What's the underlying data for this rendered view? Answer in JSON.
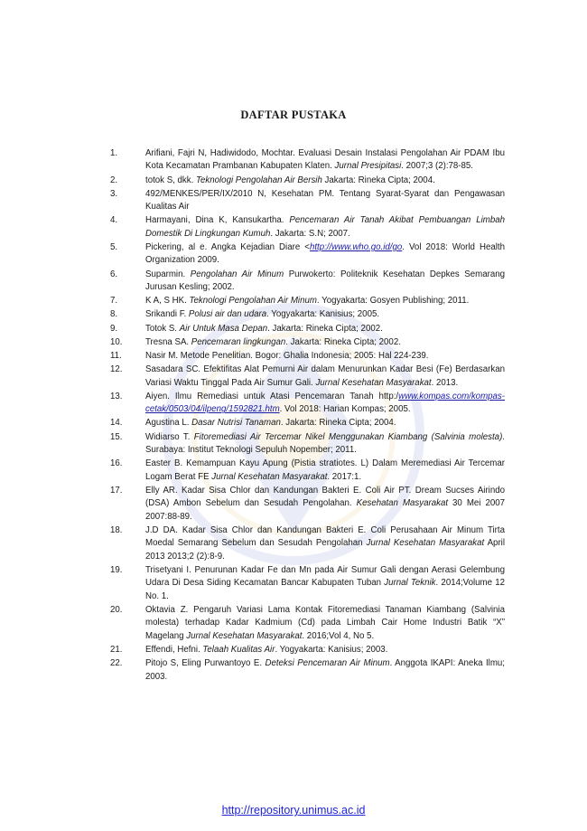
{
  "page": {
    "title": "DAFTAR PUSTAKA",
    "footer_link": "http://repository.unimus.ac.id",
    "watermark_icon": "university-seal-watermark"
  },
  "references": [
    {
      "num": "1.",
      "parts": [
        {
          "t": "Arifiani, Fajri N, Hadiwidodo, Mochtar. Evaluasi Desain Instalasi Pengolahan Air PDAM Ibu Kota Kecamatan Prambanan Kabupaten Klaten. "
        },
        {
          "t": "Jurnal Presipitasi",
          "s": "i"
        },
        {
          "t": ". 2007;3 (2):78-85."
        }
      ]
    },
    {
      "num": "2.",
      "parts": [
        {
          "t": "totok S, dkk. "
        },
        {
          "t": "Teknologi Pengolahan Air Bersih",
          "s": "i"
        },
        {
          "t": " Jakarta: Rineka Cipta; 2004."
        }
      ]
    },
    {
      "num": "3.",
      "parts": [
        {
          "t": "492/MENKES/PER/IX/2010 N, Kesehatan PM. Tentang Syarat-Syarat dan Pengawasan Kualitas Air"
        }
      ]
    },
    {
      "num": "4.",
      "parts": [
        {
          "t": "Harmayani, Dina K, Kansukartha. "
        },
        {
          "t": "Pencemaran Air Tanah Akibat Pembuangan Limbah Domestik Di Lingkungan Kumuh",
          "s": "i"
        },
        {
          "t": ". Jakarta: S.N; 2007."
        }
      ]
    },
    {
      "num": "5.",
      "parts": [
        {
          "t": "Pickering, al e. Angka Kejadian Diare <"
        },
        {
          "t": "http://www.who.go.id/go",
          "s": "a"
        },
        {
          "t": ". Vol 2018: World Health Organization 2009."
        }
      ]
    },
    {
      "num": "6.",
      "parts": [
        {
          "t": "Suparmin. "
        },
        {
          "t": "Pengolahan Air Minum",
          "s": "i"
        },
        {
          "t": " Purwokerto: Politeknik Kesehatan Depkes Semarang Jurusan Kesling; 2002."
        }
      ]
    },
    {
      "num": "7.",
      "parts": [
        {
          "t": "K A, S HK. "
        },
        {
          "t": "Teknologi Pengolahan Air Minum",
          "s": "i"
        },
        {
          "t": ". Yogyakarta: Gosyen Publishing; 2011."
        }
      ]
    },
    {
      "num": "8.",
      "parts": [
        {
          "t": "Srikandi F. "
        },
        {
          "t": "Polusi air dan udara",
          "s": "i"
        },
        {
          "t": ". Yogyakarta: Kanisius; 2005."
        }
      ]
    },
    {
      "num": "9.",
      "parts": [
        {
          "t": "Totok S. "
        },
        {
          "t": "Air Untuk Masa Depan",
          "s": "i"
        },
        {
          "t": ". Jakarta: Rineka Cipta; 2002."
        }
      ]
    },
    {
      "num": "10.",
      "parts": [
        {
          "t": "Tresna SA. "
        },
        {
          "t": "Pencemaran lingkungan",
          "s": "i"
        },
        {
          "t": ". Jakarta: Rineka Cipta; 2002."
        }
      ]
    },
    {
      "num": "11.",
      "parts": [
        {
          "t": "Nasir M. Metode Penelitian. Bogor: Ghalia Indonesia; 2005: Hal 224-239."
        }
      ]
    },
    {
      "num": "12.",
      "parts": [
        {
          "t": "Sasadara SC. Efektifitas Alat Pemurni Air dalam Menurunkan Kadar Besi (Fe) Berdasarkan Variasi Waktu Tinggal Pada Air Sumur Gali. "
        },
        {
          "t": "Jurnal Kesehatan Masyarakat",
          "s": "i"
        },
        {
          "t": ". 2013."
        }
      ]
    },
    {
      "num": "13.",
      "parts": [
        {
          "t": "Aiyen. Ilmu Remediasi untuk Atasi Pencemaran Tanah http:/"
        },
        {
          "t": "www.kompas.com/kompas-cetak/0503/04/ilpeng/1592821.htm",
          "s": "a"
        },
        {
          "t": ". Vol 2018: Harian Kompas; 2005."
        }
      ]
    },
    {
      "num": "14.",
      "parts": [
        {
          "t": "Agustina L. "
        },
        {
          "t": "Dasar Nutrisi Tanaman",
          "s": "i"
        },
        {
          "t": ". Jakarta: Rineka Cipta; 2004."
        }
      ]
    },
    {
      "num": "15.",
      "parts": [
        {
          "t": "Widiarso T. "
        },
        {
          "t": "Fitoremediasi Air Tercemar Nikel Menggunakan Kiambang (Salvinia molesta)",
          "s": "i"
        },
        {
          "t": ". Surabaya: Institut Teknologi Sepuluh Nopember; 2011."
        }
      ]
    },
    {
      "num": "16.",
      "parts": [
        {
          "t": "Easter B. Kemampuan Kayu Apung (Pistia stratiotes. L) Dalam Meremediasi Air Tercemar Logam Berat FE "
        },
        {
          "t": "Jurnal Kesehatan Masyarakat",
          "s": "i"
        },
        {
          "t": ". 2017:1."
        }
      ]
    },
    {
      "num": "17.",
      "parts": [
        {
          "t": "Elly AR. Kadar Sisa Chlor dan Kandungan Bakteri E. Coli Air PT. Dream Sucses Airindo (DSA) Ambon Sebelum dan Sesudah Pengolahan. "
        },
        {
          "t": "Kesehatan Masyarakat",
          "s": "i"
        },
        {
          "t": " 30 Mei 2007 2007:88-89."
        }
      ]
    },
    {
      "num": "18.",
      "parts": [
        {
          "t": "J.D DA. Kadar Sisa Chlor dan Kandungan Bakteri E. Coli Perusahaan Air Minum Tirta Moedal Semarang Sebelum dan Sesudah Pengolahan "
        },
        {
          "t": "Jurnal Kesehatan Masyarakat",
          "s": "i"
        },
        {
          "t": " April 2013 2013;2 (2):8-9."
        }
      ]
    },
    {
      "num": "19.",
      "parts": [
        {
          "t": "Trisetyani I. Penurunan Kadar Fe dan Mn pada Air Sumur Gali dengan Aerasi Gelembung Udara Di Desa Siding Kecamatan Bancar Kabupaten Tuban "
        },
        {
          "t": "Jurnal Teknik",
          "s": "i"
        },
        {
          "t": ". 2014;Volume 12 No. 1."
        }
      ]
    },
    {
      "num": "20.",
      "parts": [
        {
          "t": "Oktavia Z. Pengaruh Variasi Lama Kontak Fitoremediasi Tanaman Kiambang (Salvinia molesta) terhadap Kadar Kadmium (Cd) pada Limbah Cair Home Industri Batik “X” Magelang "
        },
        {
          "t": "Jurnal Kesehatan Masyarakat",
          "s": "i"
        },
        {
          "t": ". 2016;Vol 4, No 5."
        }
      ]
    },
    {
      "num": "21.",
      "parts": [
        {
          "t": "Effendi, Hefni. "
        },
        {
          "t": "Telaah Kualitas Air",
          "s": "i"
        },
        {
          "t": ". Yogyakarta: Kanisius; 2003."
        }
      ]
    },
    {
      "num": "22.",
      "parts": [
        {
          "t": "Pitojo S, Eling Purwantoyo E. "
        },
        {
          "t": "Deteksi Pencemaran Air Minum",
          "s": "i"
        },
        {
          "t": ". Anggota IKAPI: Aneka Ilmu; 2003."
        }
      ]
    }
  ]
}
